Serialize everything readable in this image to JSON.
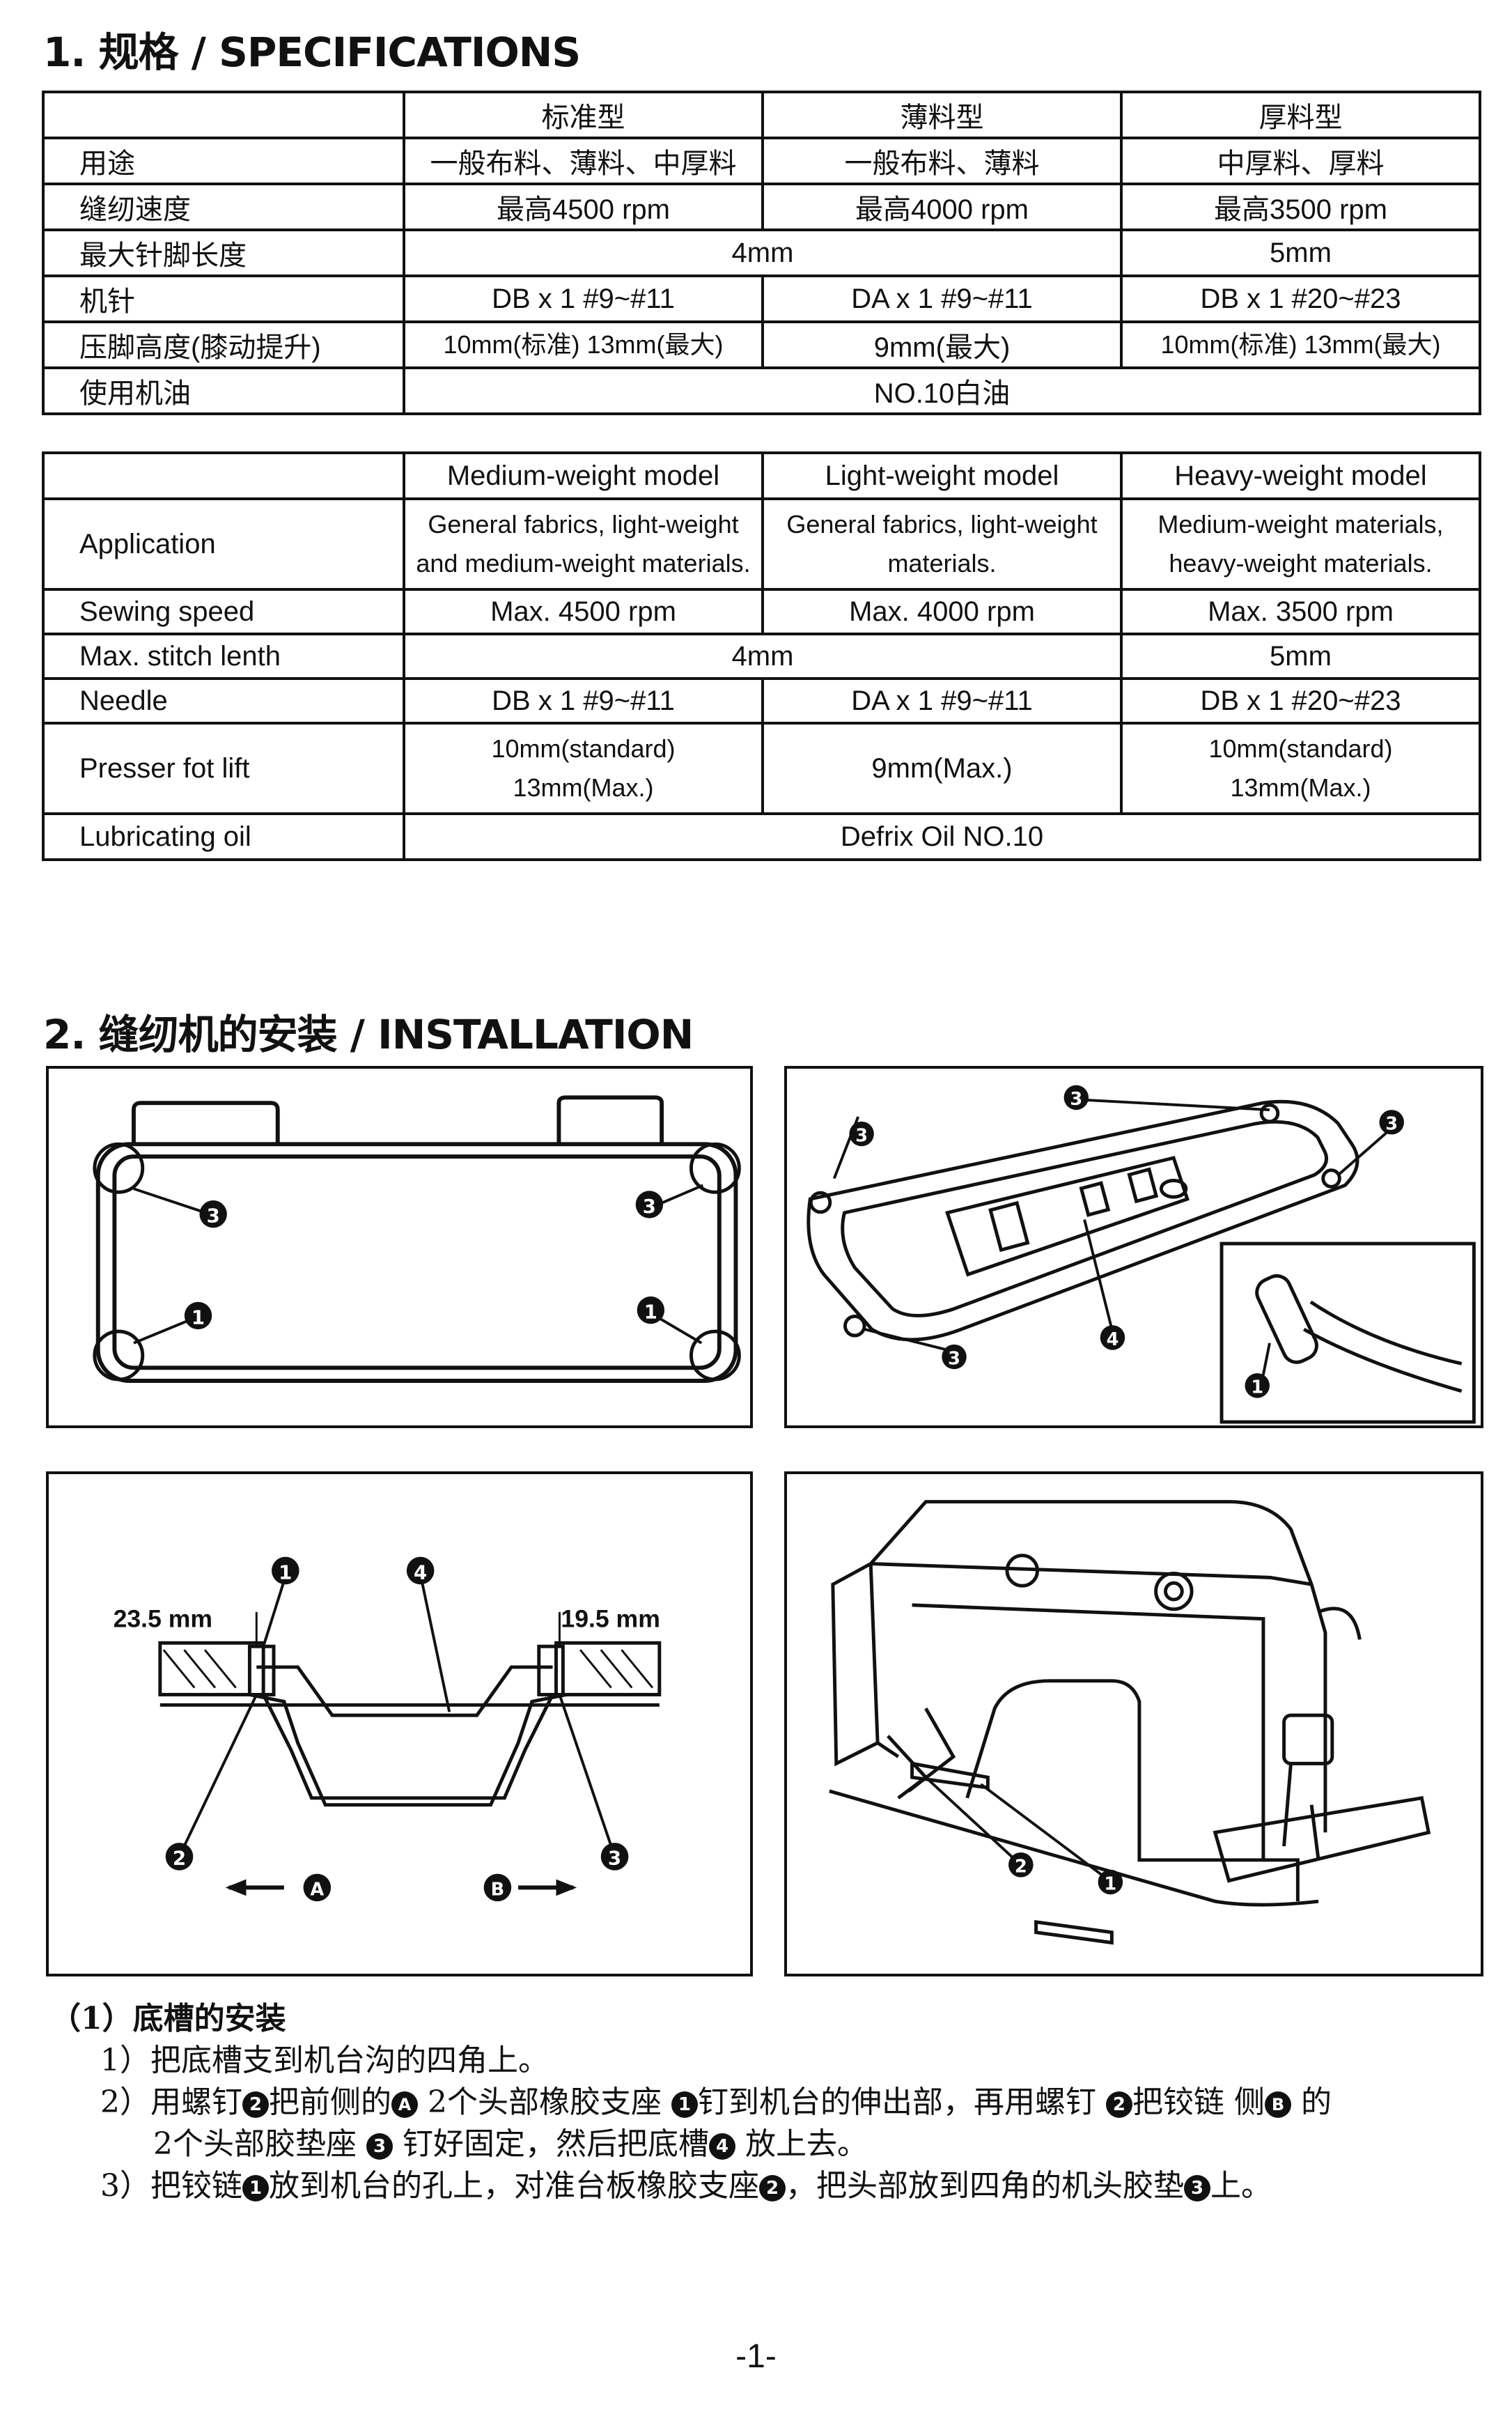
{
  "section1": {
    "title": "1. 规格 / SPECIFICATIONS",
    "cn_table": {
      "headers": [
        "标准型",
        "薄料型",
        "厚料型"
      ],
      "rows": [
        {
          "label": "用途",
          "v1": "一般布料、薄料、中厚料",
          "v2": "一般布料、薄料",
          "v3": "中厚料、厚料"
        },
        {
          "label": "缝纫速度",
          "v1": "最高4500 rpm",
          "v2": "最高4000 rpm",
          "v3": "最高3500 rpm"
        },
        {
          "label": "最大针脚长度",
          "v12": "4mm",
          "v3": "5mm"
        },
        {
          "label": "机针",
          "v1": "DB x 1  #9~#11",
          "v2": "DA x 1  #9~#11",
          "v3": "DB x 1  #20~#23"
        },
        {
          "label": "压脚高度(膝动提升)",
          "v1": "10mm(标准)  13mm(最大)",
          "v2": "9mm(最大)",
          "v3": "10mm(标准)  13mm(最大)"
        },
        {
          "label": "使用机油",
          "v123": "NO.10白油"
        }
      ]
    },
    "en_table": {
      "headers": [
        "Medium-weight model",
        "Light-weight model",
        "Heavy-weight model"
      ],
      "rows": [
        {
          "label": "Application",
          "v1a": "General fabrics, light-weight",
          "v1b": "and medium-weight materials.",
          "v2a": "General fabrics, light-weight",
          "v2b": "materials.",
          "v3a": "Medium-weight materials,",
          "v3b": "heavy-weight materials."
        },
        {
          "label": "Sewing speed",
          "v1": "Max. 4500 rpm",
          "v2": "Max. 4000 rpm",
          "v3": "Max. 3500 rpm"
        },
        {
          "label": "Max. stitch lenth",
          "v12": "4mm",
          "v3": "5mm"
        },
        {
          "label": "Needle",
          "v1": "DB x 1  #9~#11",
          "v2": "DA x 1  #9~#11",
          "v3": "DB x 1  #20~#23"
        },
        {
          "label": "Presser fot lift",
          "v1a": "10mm(standard)",
          "v1b": "13mm(Max.)",
          "v2": "9mm(Max.)",
          "v3a": "10mm(standard)",
          "v3b": "13mm(Max.)"
        },
        {
          "label": "Lubricating oil",
          "v123": "Defrix Oil NO.10"
        }
      ]
    }
  },
  "section2": {
    "title": "2. 缝纫机的安装 / INSTALLATION",
    "figures": {
      "badges": [
        "1",
        "2",
        "3",
        "4"
      ],
      "dim_left": "23.5 mm",
      "dim_right": "19.5 mm",
      "dir_a": "A",
      "dir_b": "B"
    },
    "instructions": {
      "title": "（1）底槽的安装",
      "s1": "1）把底槽支到机台沟的四角上。",
      "s2a": "2）用螺钉",
      "s2b": "把前侧的",
      "s2c": " 2个头部橡胶支座 ",
      "s2d": "钉到机台的伸出部，再用螺钉 ",
      "s2e": "把铰链 侧",
      "s2f": " 的",
      "s2g": "2个头部胶垫座 ",
      "s2h": " 钉好固定，然后把底槽",
      "s2i": " 放上去。",
      "s3a": "3）把铰链",
      "s3b": "放到机台的孔上，对准台板橡胶支座",
      "s3c": "，把头部放到四角的机头胶垫",
      "s3d": "上。"
    }
  },
  "page_number": "-1-"
}
